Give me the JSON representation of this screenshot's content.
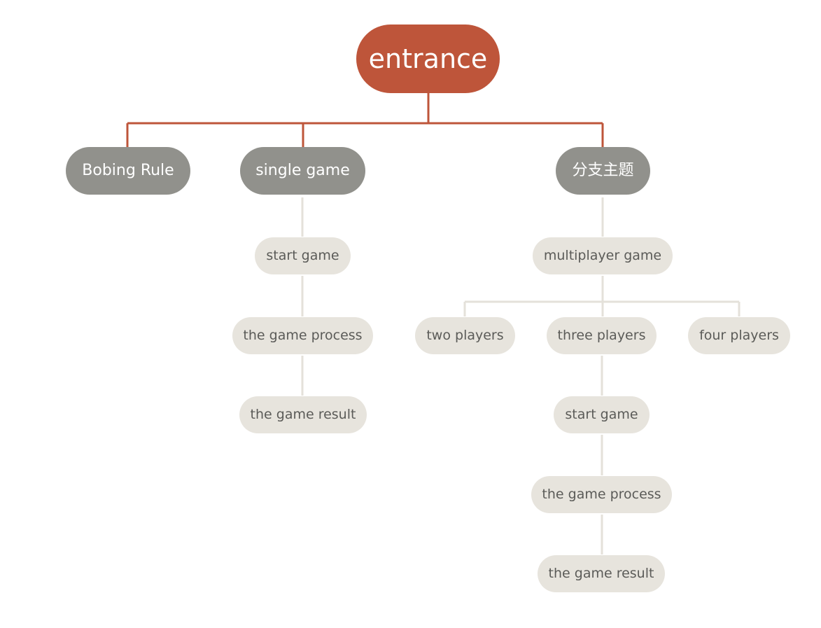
{
  "colors": {
    "root_fill": "#be553a",
    "main_fill": "#91918c",
    "sub_fill": "#e7e4dd",
    "root_connector": "#be553a",
    "sub_connector": "#e4e1da",
    "main_text": "#ffffff",
    "sub_text": "#5b5b58"
  },
  "root": {
    "label": "entrance"
  },
  "topics": [
    {
      "label": "Bobing Rule"
    },
    {
      "label": "single game",
      "steps": [
        "start game",
        "the game process",
        "the game result"
      ]
    },
    {
      "label": "分支主题",
      "mode": "multiplayer game",
      "players": [
        "two players",
        "three players",
        "four players"
      ],
      "player_steps": [
        "start game",
        "the game process",
        "the game result"
      ]
    }
  ]
}
